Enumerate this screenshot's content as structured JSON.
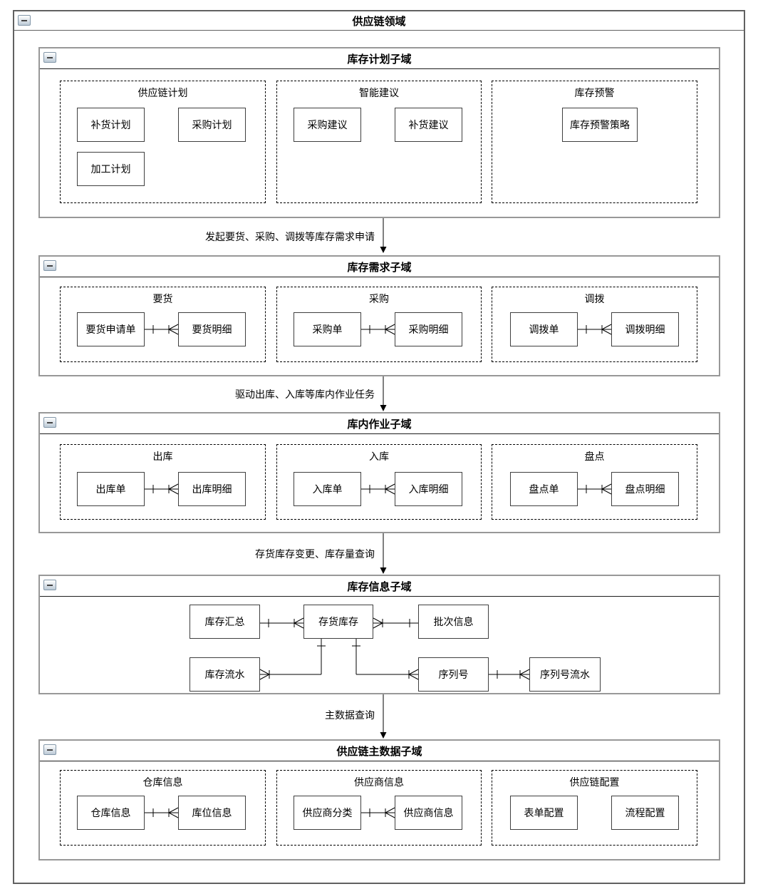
{
  "domain": {
    "title": "供应链领域"
  },
  "colors": {
    "background": "#ffffff",
    "outer_border": "#616161",
    "container_border": "#989898",
    "entity_border": "#3f3f3f",
    "line": "#000000",
    "text": "#000000"
  },
  "icons": {
    "collapse": "minus-square-icon"
  },
  "flows": [
    {
      "label": "发起要货、采购、调拨等库存需求申请",
      "from": "库存计划子域",
      "to": "库存需求子域"
    },
    {
      "label": "驱动出库、入库等库内作业任务",
      "from": "库存需求子域",
      "to": "库内作业子域"
    },
    {
      "label": "存货库存变更、库存量查询",
      "from": "库内作业子域",
      "to": "库存信息子域"
    },
    {
      "label": "主数据查询",
      "from": "库存信息子域",
      "to": "供应链主数据子域"
    }
  ],
  "subdomains": [
    {
      "title": "库存计划子域",
      "groups": [
        {
          "title": "供应链计划",
          "entities": [
            "补货计划",
            "采购计划",
            "加工计划"
          ]
        },
        {
          "title": "智能建议",
          "entities": [
            "采购建议",
            "补货建议"
          ]
        },
        {
          "title": "库存预警",
          "entities": [
            "库存预警策略"
          ]
        }
      ]
    },
    {
      "title": "库存需求子域",
      "groups": [
        {
          "title": "要货",
          "entities": [
            "要货申请单",
            "要货明细"
          ]
        },
        {
          "title": "采购",
          "entities": [
            "采购单",
            "采购明细"
          ]
        },
        {
          "title": "调拨",
          "entities": [
            "调拨单",
            "调拨明细"
          ]
        }
      ],
      "relations": [
        {
          "from": "要货申请单",
          "to": "要货明细",
          "cardinality": "1:N"
        },
        {
          "from": "采购单",
          "to": "采购明细",
          "cardinality": "1:N"
        },
        {
          "from": "调拨单",
          "to": "调拨明细",
          "cardinality": "1:N"
        }
      ]
    },
    {
      "title": "库内作业子域",
      "groups": [
        {
          "title": "出库",
          "entities": [
            "出库单",
            "出库明细"
          ]
        },
        {
          "title": "入库",
          "entities": [
            "入库单",
            "入库明细"
          ]
        },
        {
          "title": "盘点",
          "entities": [
            "盘点单",
            "盘点明细"
          ]
        }
      ],
      "relations": [
        {
          "from": "出库单",
          "to": "出库明细",
          "cardinality": "1:N"
        },
        {
          "from": "入库单",
          "to": "入库明细",
          "cardinality": "1:N"
        },
        {
          "from": "盘点单",
          "to": "盘点明细",
          "cardinality": "1:N"
        }
      ]
    },
    {
      "title": "库存信息子域",
      "entities": [
        "库存汇总",
        "存货库存",
        "批次信息",
        "库存流水",
        "序列号",
        "序列号流水"
      ],
      "relations": [
        {
          "from": "库存汇总",
          "to": "存货库存",
          "cardinality": "1:N"
        },
        {
          "from": "批次信息",
          "to": "存货库存",
          "cardinality": "1:N"
        },
        {
          "from": "存货库存",
          "to": "库存流水",
          "cardinality": "1:N"
        },
        {
          "from": "存货库存",
          "to": "序列号",
          "cardinality": "1:N"
        },
        {
          "from": "序列号",
          "to": "序列号流水",
          "cardinality": "1:N"
        }
      ]
    },
    {
      "title": "供应链主数据子域",
      "groups": [
        {
          "title": "仓库信息",
          "entities": [
            "仓库信息",
            "库位信息"
          ]
        },
        {
          "title": "供应商信息",
          "entities": [
            "供应商分类",
            "供应商信息"
          ]
        },
        {
          "title": "供应链配置",
          "entities": [
            "表单配置",
            "流程配置"
          ]
        }
      ],
      "relations": [
        {
          "from": "仓库信息",
          "to": "库位信息",
          "cardinality": "1:N"
        },
        {
          "from": "供应商分类",
          "to": "供应商信息",
          "cardinality": "1:N"
        }
      ]
    }
  ]
}
